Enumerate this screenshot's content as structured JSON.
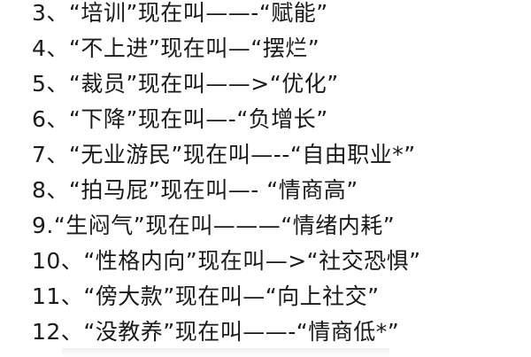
{
  "document": {
    "items": [
      {
        "num": "3、",
        "text": "“培训”现在叫——-“赋能”"
      },
      {
        "num": "4、",
        "text": "“不上进”现在叫—“摆烂”"
      },
      {
        "num": "5、",
        "text": "“裁员”现在叫——>“优化”"
      },
      {
        "num": "6、",
        "text": "“下降”现在叫—-“负增长”"
      },
      {
        "num": "7、",
        "text": "“无业游民”现在叫—--“自由职业*”"
      },
      {
        "num": "8、",
        "text": "“拍马屁”现在叫—- “情商高”"
      },
      {
        "num": "9.",
        "text": "“生闷气”现在叫———“情绪内耗”"
      },
      {
        "num": "10、",
        "text": "“性格内向”现在叫—>“社交恐惧”"
      },
      {
        "num": "11、",
        "text": "“傍大款”现在叫—“向上社交”"
      },
      {
        "num": "12、",
        "text": "“没教养”现在叫——-“情商低*”"
      }
    ]
  }
}
